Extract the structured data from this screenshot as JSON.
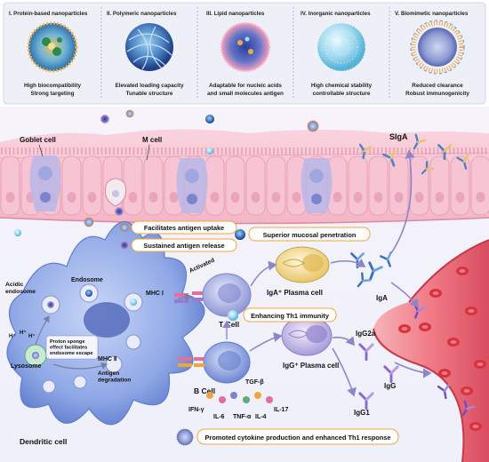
{
  "panels": [
    {
      "title": "I. Protein-based nanoparticles",
      "desc1": "High biocompatibility",
      "desc2": "Strong targeting"
    },
    {
      "title": "II. Polymeric nanoparticles",
      "desc1": "Elevated loading capacity",
      "desc2": "Tunable structure"
    },
    {
      "title": "III. Lipid nanoparticles",
      "desc1": "Adaptable for nucleic acids",
      "desc2": "and small molecules antigen"
    },
    {
      "title": "IV. Inorganic nanoparticles",
      "desc1": "High chemical stability",
      "desc2": "controllable structure"
    },
    {
      "title": "V. Biomimetic nanoparticles",
      "desc1": "Reduced clearance",
      "desc2": "Robust immunogenicity"
    }
  ],
  "labels": {
    "goblet_cell": "Goblet cell",
    "m_cell": "M cell",
    "siga": "SIgA",
    "acidic_endosome": "Acidic\nendosome",
    "endosome": "Endosome",
    "mhc1": "MHC Ⅰ",
    "mhc2": "MHC Ⅱ",
    "activated": "Activated",
    "t_cell": "T Cell",
    "b_cell": "B Cell",
    "iga_plasma": "IgA⁺ Plasma cell",
    "igg_plasma": "IgG⁺ Plasma cell",
    "iga": "IgA",
    "igg2a": "IgG2a",
    "igg": "IgG",
    "igg1": "IgG1",
    "lysosome": "Lysosome",
    "h1": "H⁺",
    "h2": "H⁺",
    "h3": "H⁺",
    "proton_sponge": "Proton sponge\neffect facilitates\nendosome escape",
    "antigen_degradation": "Antigen\ndegradation",
    "dendritic_cell": "Dendritic cell",
    "tgfb": "TGF-β",
    "ifng": "IFN-γ",
    "il6": "IL-6",
    "tnfa": "TNF-α",
    "il4": "IL-4",
    "il17": "IL-17"
  },
  "tags": {
    "uptake": "Facilitates antigen uptake",
    "sustained": "Sustained antigen release",
    "mucosal": "Superior mucosal penetration",
    "th1": "Enhancing Th1 immunity",
    "cytokine": "Promoted cytokine production and enhanced Th1 response"
  },
  "colors": {
    "panel_bg": "#eef0f8",
    "mucosa": "#f3b6c6",
    "mucosa_dark": "#e59ab0",
    "vessel": "#f07a86",
    "vessel_dark": "#d94d60",
    "dc_body": "#8fa8e6",
    "arrow": "#8d86c9",
    "rbc": "#d8323d"
  }
}
